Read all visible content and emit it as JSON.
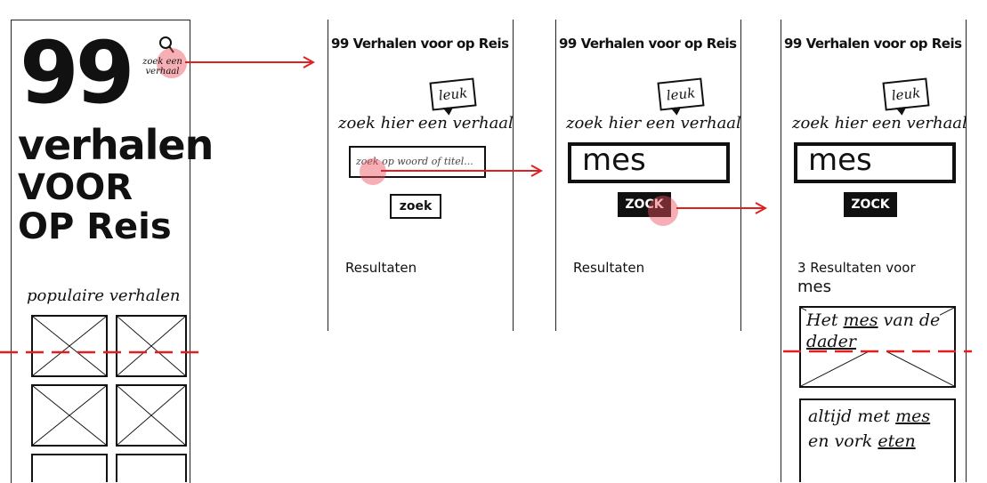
{
  "screen1": {
    "big_number": "99",
    "title_lines": [
      "verhalen",
      "VOOR",
      "OP Reis"
    ],
    "search_label": "zoek een verhaal",
    "section_title": "populaire verhalen"
  },
  "screen2": {
    "header": "99 Verhalen voor op Reis",
    "bubble": "leuk",
    "prompt": "zoek hier een verhaal",
    "placeholder": "zoek op woord of titel...",
    "button": "zoek",
    "results": "Resultaten"
  },
  "screen3": {
    "header": "99 Verhalen voor op Reis",
    "bubble": "leuk",
    "prompt": "zoek hier een verhaal",
    "input_value": "mes",
    "button": "ZOCK",
    "results": "Resultaten"
  },
  "screen4": {
    "header": "99 Verhalen voor op Reis",
    "bubble": "leuk",
    "prompt": "zoek hier een verhaal",
    "input_value": "mes",
    "button": "ZOCK",
    "results_line1": "3 Resultaten voor",
    "results_line2": "mes",
    "result1": {
      "pre": "Het ",
      "term": "mes",
      "post": " van de",
      "line2": "dader"
    },
    "result2": {
      "line1_pre": "altijd met ",
      "term": "mes",
      "line2_pre": "en vork ",
      "line2_term": "eten"
    }
  },
  "colors": {
    "annotation_red": "#e02020",
    "highlight": "#ec505a",
    "ink": "#111111"
  }
}
